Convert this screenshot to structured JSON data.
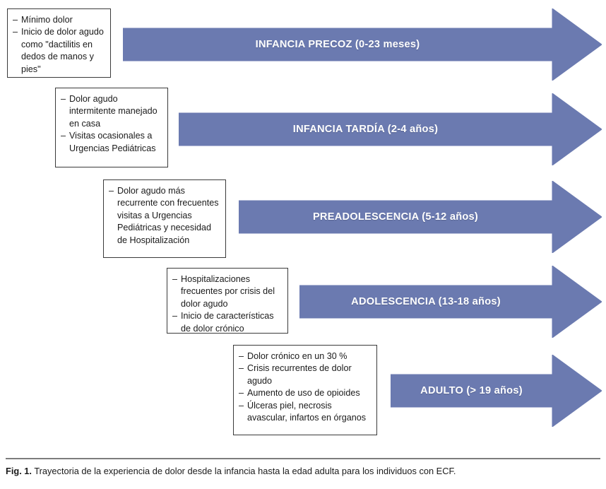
{
  "figure": {
    "arrow_color": "#6b7ab0",
    "arrow_text_color": "#ffffff",
    "box_border_color": "#3a3a3a",
    "background": "#ffffff"
  },
  "stages": [
    {
      "id": "infancia-precoz",
      "label": "INFANCIA PRECOZ (0-23 meses)",
      "bullets": [
        "Mínimo dolor",
        "Inicio de dolor agudo como \"dactilitis en dedos de manos y pies\""
      ]
    },
    {
      "id": "infancia-tardia",
      "label": "INFANCIA TARDÍA (2-4 años)",
      "bullets": [
        "Dolor agudo intermitente manejado en casa",
        "Visitas ocasionales a Urgencias Pediátricas"
      ]
    },
    {
      "id": "preadolescencia",
      "label": "PREADOLESCENCIA (5-12 años)",
      "bullets": [
        "Dolor agudo más recurrente con frecuentes visitas a Urgencias Pediátricas y necesidad de Hospitalización"
      ]
    },
    {
      "id": "adolescencia",
      "label": "ADOLESCENCIA (13-18 años)",
      "bullets": [
        "Hospitalizaciones frecuentes por crisis del dolor agudo",
        "Inicio de características de dolor crónico"
      ]
    },
    {
      "id": "adulto",
      "label": "ADULTO (> 19 años)",
      "bullets": [
        "Dolor crónico en un 30 %",
        "Crisis recurrentes de dolor agudo",
        "Aumento de uso de opioides",
        "Úlceras piel, necrosis avascular, infartos en órganos"
      ]
    }
  ],
  "caption": {
    "label": "Fig. 1.",
    "text": "Trayectoria de la experiencia de dolor desde la infancia hasta la edad adulta para los individuos con ECF."
  }
}
